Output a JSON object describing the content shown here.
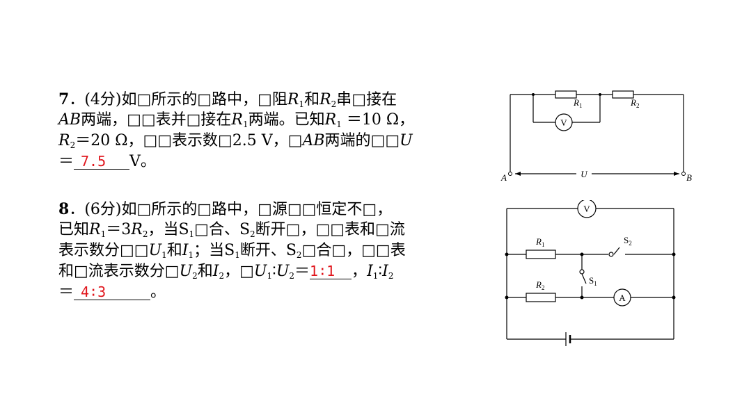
{
  "q7": {
    "lines": [
      "7．(4分)如□所示的□路中，□阻R1和R2串□接在",
      "AB两端，□□表并□接在R1两端。已知R1 ＝10 Ω，",
      "R2＝20 Ω，□□表示数□2.5 V，□AB两端的□□U",
      "＝",
      "V。"
    ],
    "answer": "7.5"
  },
  "q8": {
    "lines": [
      "8．(6分)如□所示的□路中，□源□□恒定不□，",
      "已知R1＝3R2，当S1□合、S2断开□，□□表和□流",
      "表示数分□□U1和I1；当S1断开、S2□合□，□□表",
      "和□流表示数分□U2和I2，□U1∶U2＝",
      "，I1∶I2",
      "＝",
      "。"
    ],
    "answer1": "1∶1",
    "answer2": "4∶3"
  },
  "circuit1": {
    "r1": "R1",
    "r2": "R2",
    "meter": "V",
    "left_terminal": "A",
    "right_terminal": "B",
    "voltage_label": "U"
  },
  "circuit2": {
    "voltmeter": "V",
    "ammeter": "A",
    "r1": "R1",
    "r2": "R2",
    "s1": "S1",
    "s2": "S2"
  }
}
